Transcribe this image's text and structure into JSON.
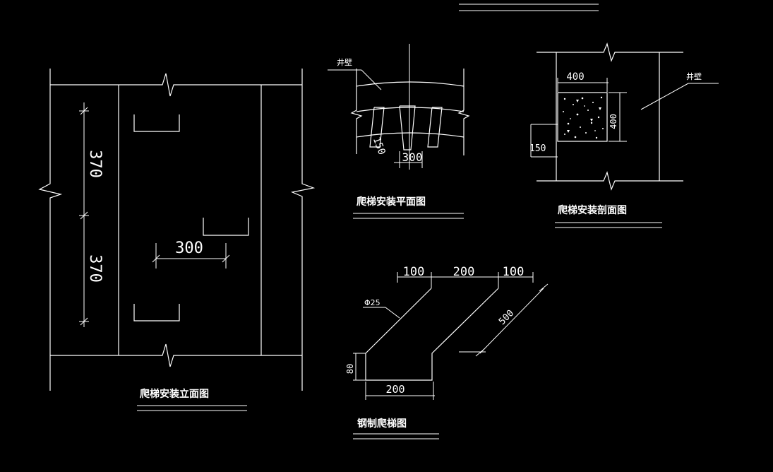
{
  "colors": {
    "background": "#000000",
    "line": "#ffffff"
  },
  "elevation": {
    "title": "爬梯安装立面图",
    "dim_upper": "370",
    "dim_lower": "370",
    "dim_width": "300"
  },
  "plan": {
    "title": "爬梯安装平面图",
    "wall_label": "井壁",
    "dim_depth": "150",
    "dim_width": "300"
  },
  "section": {
    "title": "爬梯安装剖面图",
    "wall_label": "井壁",
    "dim_width": "400",
    "dim_height": "400",
    "dim_offset": "150"
  },
  "rung": {
    "title": "钢制爬梯图",
    "diameter_label": "Φ25",
    "dim_left": "100",
    "dim_mid": "200",
    "dim_right": "100",
    "dim_slant": "500",
    "dim_height": "80",
    "dim_bottom": "200"
  }
}
